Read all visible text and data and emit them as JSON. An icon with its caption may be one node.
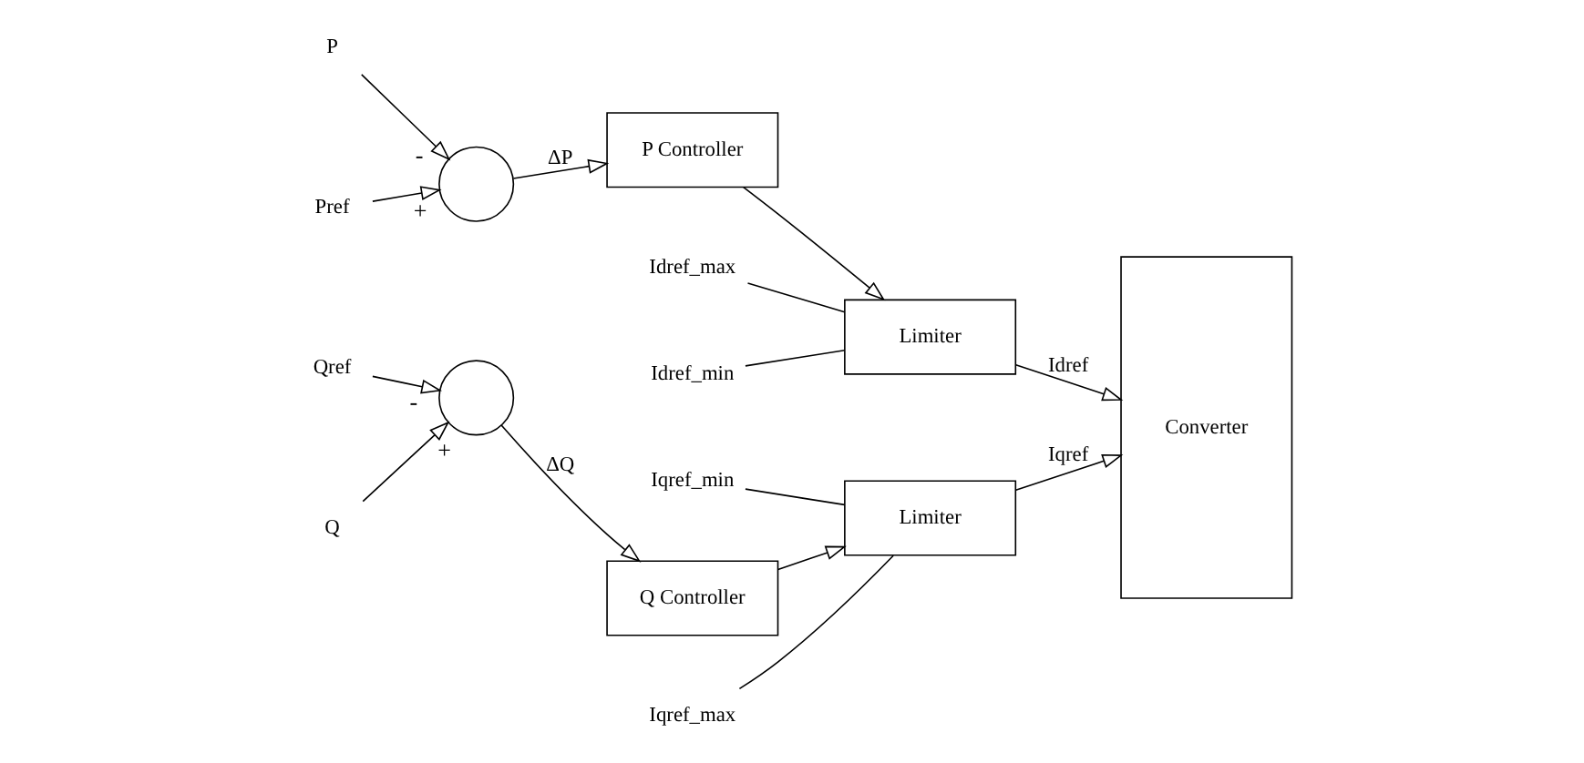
{
  "diagram": {
    "nodes": [
      {
        "text": [
          "P"
        ]
      },
      {
        "text": [
          "Pref"
        ]
      },
      {
        "text": [],
        "shape": "circle"
      },
      {
        "text": [
          "P Controller"
        ]
      },
      {
        "text": [
          "Idref_max"
        ]
      },
      {
        "text": [
          "Limiter"
        ]
      },
      {
        "text": [
          "Idref_min"
        ]
      },
      {
        "text": [
          "Converter"
        ]
      },
      {
        "text": [
          "Iqref_max"
        ]
      },
      {
        "text": [
          "Qref"
        ]
      },
      {
        "text": [],
        "shape": "circle"
      },
      {
        "text": [
          "Q Controller"
        ]
      },
      {
        "text": [
          "Limiter"
        ]
      },
      {
        "text": [
          "Iqref_min"
        ]
      },
      {
        "text": [
          "Q"
        ]
      }
    ],
    "edges": [
      {
        "from": 0,
        "to": 2,
        "arrow": "to"
      },
      {
        "from": 1,
        "to": 2,
        "arrow": "to"
      },
      {
        "from": 2,
        "to": 3,
        "arrow": "to",
        "label": "ΔP"
      },
      {
        "from": 4,
        "to": 5,
        "arrow": "none"
      },
      {
        "from": 3,
        "to": 5,
        "arrow": "to"
      },
      {
        "from": 6,
        "to": 5,
        "arrow": "none"
      },
      {
        "from": 5,
        "to": 7,
        "arrow": "to",
        "label": "Idref"
      },
      {
        "from": 8,
        "to": 12,
        "arrow": "none"
      },
      {
        "from": 9,
        "to": 10,
        "arrow": "to"
      },
      {
        "from": 14,
        "to": 10,
        "arrow": "to"
      },
      {
        "from": 10,
        "to": 11,
        "arrow": "to",
        "label": "ΔQ"
      },
      {
        "from": 11,
        "to": 12,
        "arrow": "to"
      },
      {
        "from": 13,
        "to": 12,
        "arrow": "none"
      },
      {
        "from": 12,
        "to": 7,
        "arrow": "to",
        "label": "Iqref"
      }
    ],
    "labels": [
      "-",
      "+",
      "-",
      "+"
    ]
  }
}
